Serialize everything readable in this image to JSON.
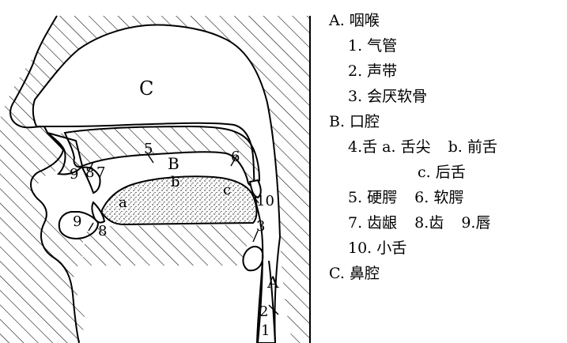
{
  "diagram_labels": {
    "C": "C",
    "B": "B",
    "A": "A",
    "n5": "5",
    "n6": "6",
    "n3": "3",
    "n10": "10",
    "n2": "2",
    "n1": "1",
    "n9_upper": "9",
    "n8_upper": "8",
    "n7": "7",
    "n9_lower": "9",
    "n8_lower": "8",
    "a": "a",
    "b": "b",
    "c": "c"
  },
  "legend": {
    "A": "A. 咽喉",
    "A1": "1. 气管",
    "A2": "2. 声带",
    "A3": "3. 会厌软骨",
    "B": "B. 口腔",
    "B4_a": "4.舌  a. 舌尖",
    "B4_b": "b. 前舌",
    "B4_c": "c. 后舌",
    "B5": "5. 硬腭",
    "B6": "6. 软腭",
    "B7": "7. 齿龈",
    "B8": "8.齿",
    "B9": "9.唇",
    "B10": "10. 小舌",
    "C": "C. 鼻腔"
  }
}
